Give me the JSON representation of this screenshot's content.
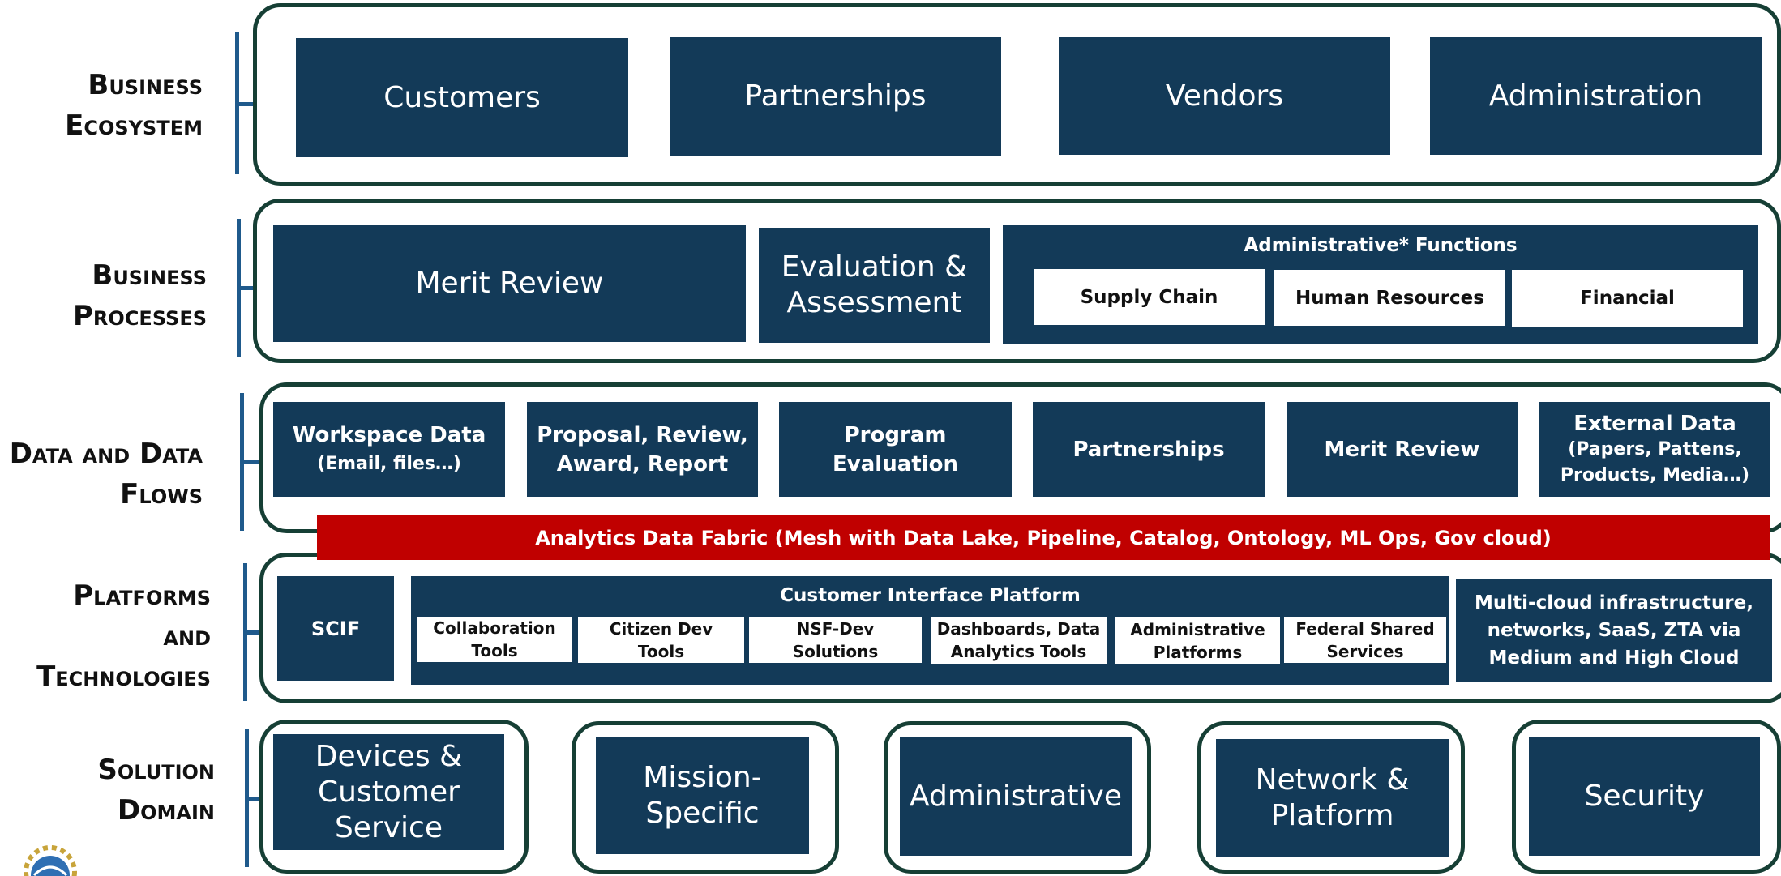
{
  "rows": {
    "business_ecosystem": {
      "label": [
        "Business",
        "Ecosystem"
      ],
      "boxes": [
        "Customers",
        "Partnerships",
        "Vendors",
        "Administration"
      ]
    },
    "business_processes": {
      "label": [
        "Business",
        "Processes"
      ],
      "merit_review": "Merit Review",
      "evaluation": [
        "Evaluation &",
        "Assessment"
      ],
      "admin_title": "Administrative* Functions",
      "admin_items": [
        "Supply Chain",
        "Human Resources",
        "Financial"
      ]
    },
    "data_flows": {
      "label": [
        "Data and Data",
        "Flows"
      ],
      "boxes": [
        [
          "Workspace Data",
          "(Email, files…)"
        ],
        [
          "Proposal, Review,",
          "Award, Report"
        ],
        [
          "Program",
          "Evaluation"
        ],
        [
          "Partnerships"
        ],
        [
          "Merit Review"
        ],
        [
          "External Data",
          "(Papers, Pattens,",
          "Products, Media…)"
        ]
      ],
      "fabric": "Analytics Data Fabric (Mesh with Data Lake, Pipeline, Catalog, Ontology, ML Ops, Gov cloud)"
    },
    "platforms": {
      "label": [
        "Platforms",
        "and",
        "Technologies"
      ],
      "scif": "SCIF",
      "cip_title": "Customer Interface Platform",
      "cip_items": [
        [
          "Collaboration",
          "Tools"
        ],
        [
          "Citizen Dev",
          "Tools"
        ],
        [
          "NSF-Dev",
          "Solutions"
        ],
        [
          "Dashboards, Data",
          "Analytics Tools"
        ],
        [
          "Administrative",
          "Platforms"
        ],
        [
          "Federal Shared",
          "Services"
        ]
      ],
      "cloud": [
        "Multi-cloud infrastructure,",
        "networks, SaaS, ZTA via",
        "Medium and High Cloud"
      ]
    },
    "solution_domain": {
      "label": [
        "Solution",
        "Domain"
      ],
      "boxes": [
        [
          "Devices &",
          "Customer",
          "Service"
        ],
        [
          "Mission-",
          "Specific"
        ],
        [
          "Administrative"
        ],
        [
          "Network &",
          "Platform"
        ],
        [
          "Security"
        ]
      ]
    }
  },
  "colors": {
    "box_fill": "#133a58",
    "frame_border": "#163f35",
    "brace": "#1f5a8c",
    "fabric": "#c00000"
  }
}
